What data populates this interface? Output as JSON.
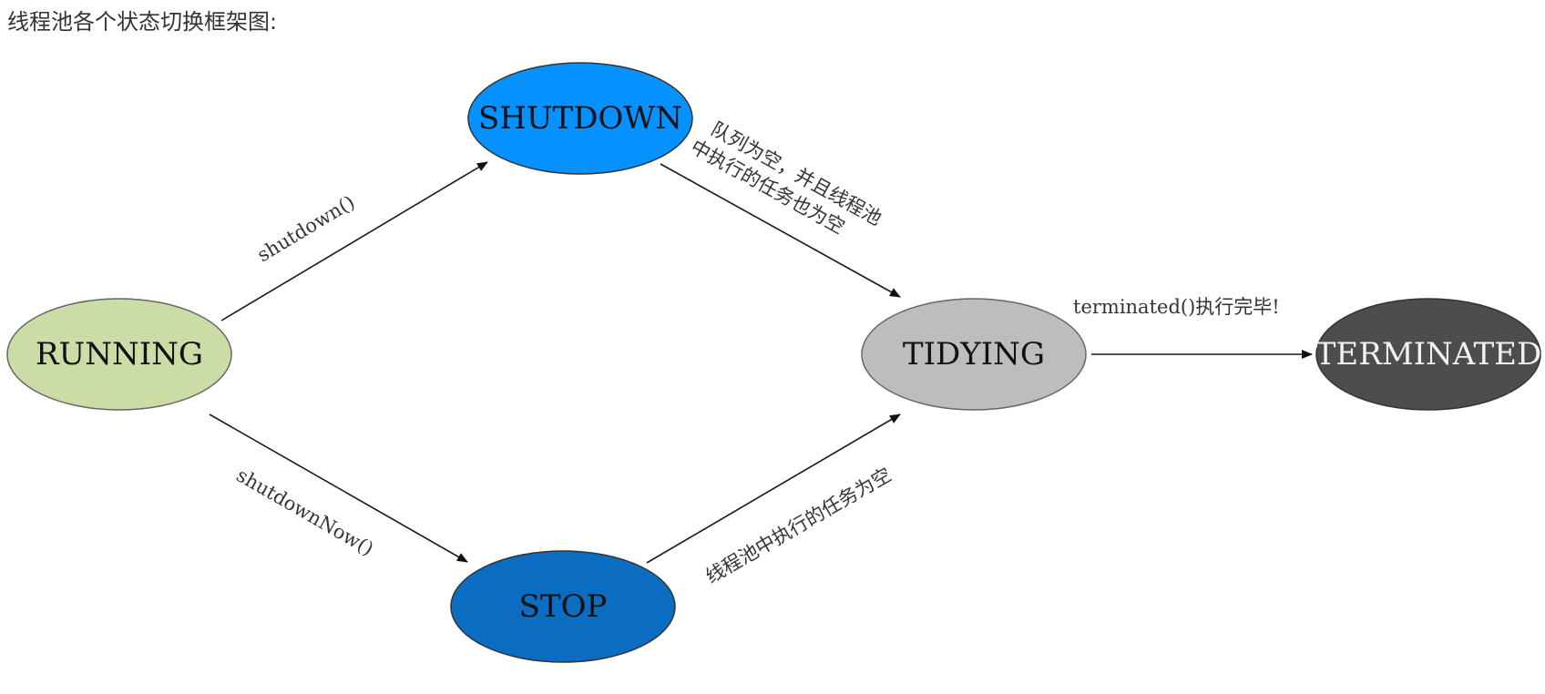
{
  "heading": "线程池各个状态切换框架图:",
  "states": {
    "running": {
      "label": "RUNNING",
      "fill": "#cbdca6",
      "text_color": "#111111"
    },
    "shutdown": {
      "label": "SHUTDOWN",
      "fill": "#0591ff",
      "text_color": "#111111"
    },
    "stop": {
      "label": "STOP",
      "fill": "#0a6dc2",
      "text_color": "#111111"
    },
    "tidying": {
      "label": "TIDYING",
      "fill": "#bdbdbd",
      "text_color": "#111111"
    },
    "terminated": {
      "label": "TERMINATED",
      "fill": "#4d4d4d",
      "text_color": "#f2f2f2"
    }
  },
  "transitions": {
    "running_to_shutdown": "shutdown()",
    "running_to_stop": "shutdownNow()",
    "shutdown_to_tidying": [
      "队列为空，并且线程池",
      "中执行的任务也为空"
    ],
    "stop_to_tidying": "线程池中执行的任务为空",
    "tidying_to_terminated": "terminated()执行完毕!"
  }
}
